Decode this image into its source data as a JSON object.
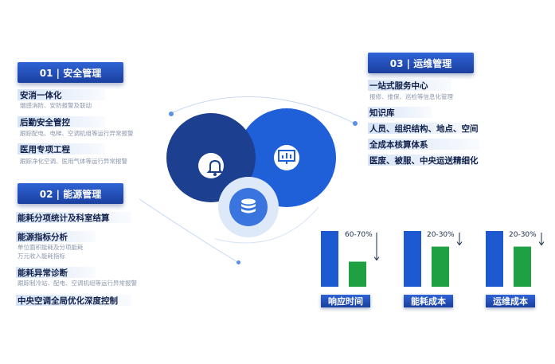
{
  "sections": {
    "security": {
      "header": "01 | 安全管理",
      "items": [
        {
          "title": "安消一体化",
          "desc": "烟感消防、安防报警及联动"
        },
        {
          "title": "后勤安全管控",
          "desc": "跟踪配电、电梯、空调机组等运行异常报警"
        },
        {
          "title": "医用专项工程",
          "desc": "跟踪净化空调、医用气体等运行异常报警"
        }
      ]
    },
    "energy": {
      "header": "02 | 能源管理",
      "items": [
        {
          "title": "能耗分项统计及科室结算",
          "desc": ""
        },
        {
          "title": "能源指标分析",
          "desc": "单位面积能耗及分项能耗",
          "desc2": "万元收入能耗指标"
        },
        {
          "title": "能耗异常诊断",
          "desc": "跟踪制冷站、配电、空调机组等运行异常报警"
        },
        {
          "title": "中央空调全局优化深度控制",
          "desc": ""
        }
      ]
    },
    "ops": {
      "header": "03 | 运维管理",
      "items": [
        {
          "title": "一站式服务中心",
          "desc": "报修、维保、巡检等信息化管理"
        },
        {
          "title": "知识库",
          "desc": ""
        },
        {
          "title": "人员、组织结构、地点、空间",
          "desc": ""
        },
        {
          "title": "全成本核算体系",
          "desc": ""
        },
        {
          "title": "医废、被服、中央运送精细化",
          "desc": ""
        }
      ]
    }
  },
  "icons": [
    "bell-icon",
    "monitor-chart-icon",
    "database-icon"
  ],
  "bars": [
    {
      "label": "响应时间",
      "range": "60-70%",
      "before": 1.0,
      "after": 0.45
    },
    {
      "label": "能耗成本",
      "range": "20-30%",
      "before": 1.0,
      "after": 0.72
    },
    {
      "label": "运维成本",
      "range": "20-30%",
      "before": 1.0,
      "after": 0.72
    }
  ],
  "colors": {
    "navy": "#1a3f9e",
    "blue": "#2f63d6",
    "circle_dark": "#1c3f8f",
    "circle_mid": "#1f5fd8",
    "bar_blue": "#1d5ad2",
    "bar_green": "#1ea043"
  }
}
